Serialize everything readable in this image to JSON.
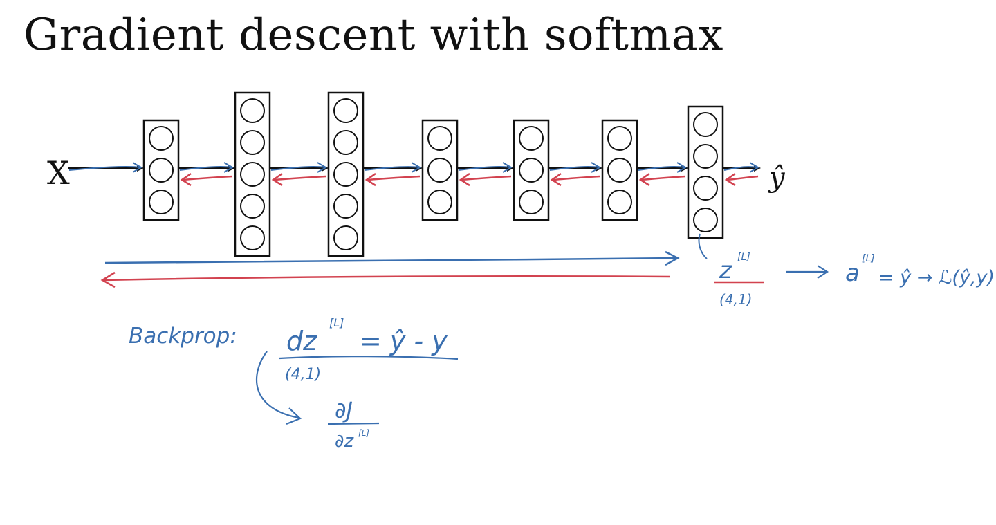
{
  "title": "Gradient descent with softmax",
  "labels": {
    "input": "X",
    "output": "ŷ"
  },
  "network": {
    "layer_node_counts": [
      3,
      5,
      5,
      3,
      3,
      3,
      4
    ]
  },
  "annotations": {
    "z_symbol": "z",
    "z_superscript": "[L]",
    "z_shape": "(4,1)",
    "a_symbol": "a",
    "a_superscript": "[L]",
    "a_rest": "= ŷ → ℒ(ŷ,y)",
    "backprop_label": "Backprop:",
    "dz_symbol": "dz",
    "dz_superscript": "[L]",
    "dz_rhs": "= ŷ - y",
    "dz_shape": "(4,1)",
    "frac_top": "∂J",
    "frac_bottom": "∂z",
    "frac_bottom_sup": "[L]"
  },
  "colors": {
    "forward": "#3a6fb0",
    "backward": "#d2424f",
    "ink": "#111111"
  }
}
